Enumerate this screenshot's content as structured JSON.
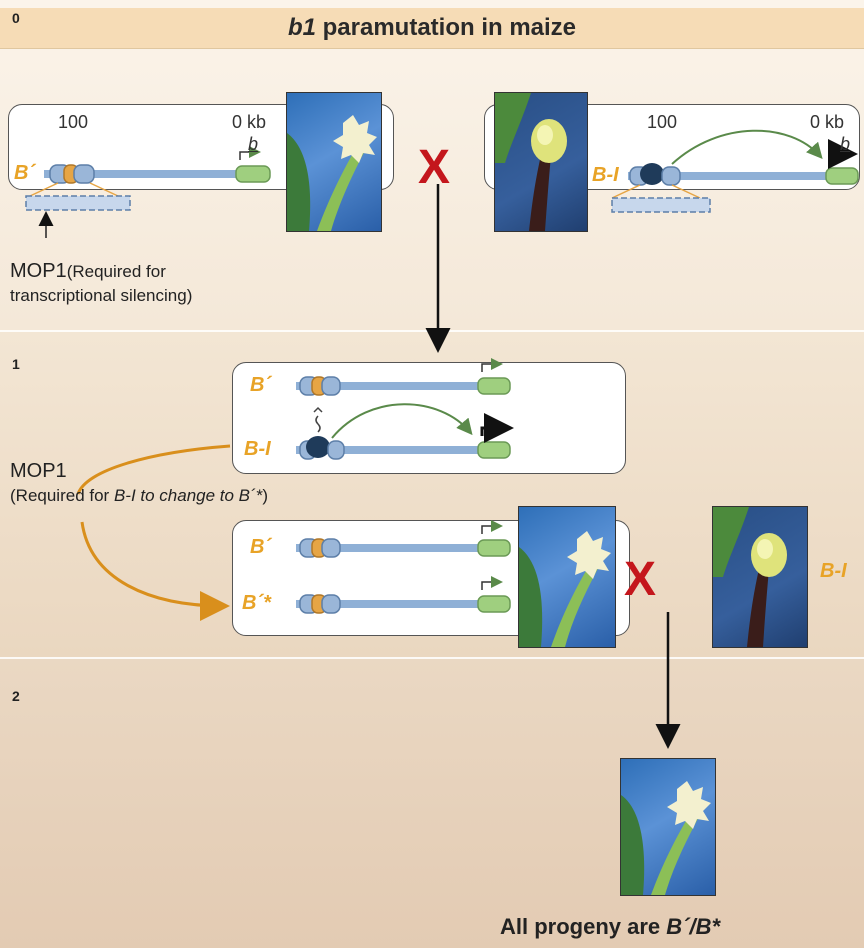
{
  "title": {
    "prefix": "b1",
    "suffix": " paramutation in maize"
  },
  "panel_labels": [
    "0",
    "1",
    "2"
  ],
  "panel0": {
    "left_scale": {
      "start": "100",
      "end": "0 kb"
    },
    "right_scale": {
      "start": "100",
      "end": "0 kb"
    },
    "gene_label": "b",
    "left_allele": "B´",
    "right_allele": "B-I",
    "cross": "X",
    "mop1_line1": "MOP1",
    "mop1_line1b": "(Required for",
    "mop1_line2": "transcriptional silencing)"
  },
  "panel1": {
    "top_allele_1": "B´",
    "top_allele_2": "B-I",
    "bottom_allele_1": "B´",
    "bottom_allele_2": "B´*",
    "mop1_label": "MOP1",
    "mop1_note_prefix": "(Required for ",
    "mop1_note_italic": "B-I to change to B´*",
    "mop1_note_suffix": ")",
    "cross": "X",
    "right_allele": "B-I"
  },
  "panel2": {
    "caption_prefix": "All progeny are ",
    "caption_italic": "B´/B*"
  },
  "colors": {
    "allele_orange": "#e8a327",
    "cross_red": "#c4161c",
    "gene_green": "#9fcf7f",
    "dna_blue": "#8fb0d6",
    "arrow_green": "#5a8a4a"
  }
}
